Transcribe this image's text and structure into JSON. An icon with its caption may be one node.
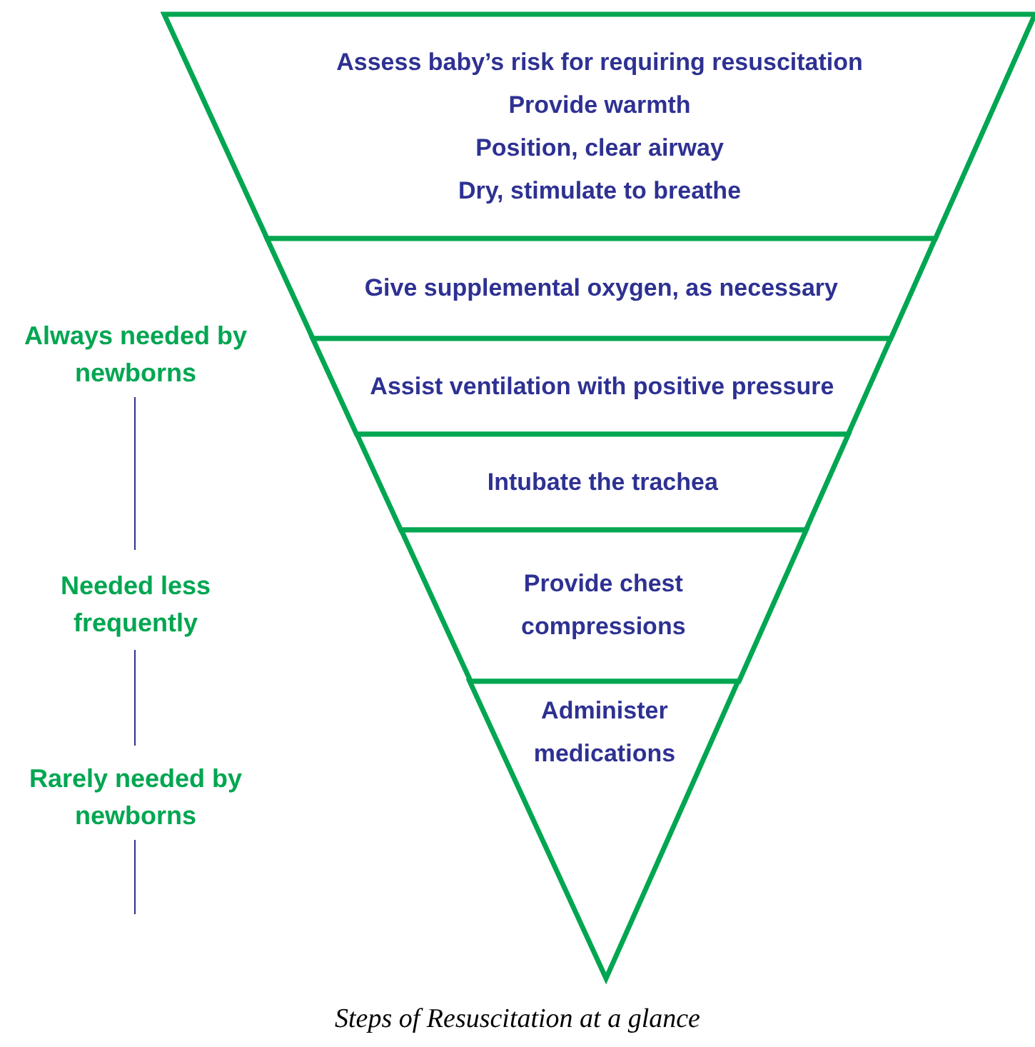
{
  "diagram": {
    "nodes": [
      {
        "text": [
          "Assess baby’s risk for requiring resuscitation",
          "Provide warmth",
          "Position, clear airway",
          "Dry, stimulate  to breathe"
        ]
      },
      {
        "text": [
          "Give supplemental oxygen, as necessary"
        ]
      },
      {
        "text": [
          "Assist ventilation with positive pressure"
        ]
      },
      {
        "text": [
          "Intubate the trachea"
        ]
      },
      {
        "text": [
          "Provide chest compressions"
        ]
      },
      {
        "text": [
          "Administer medications"
        ]
      }
    ],
    "edges": [],
    "labels": [
      "Always needed by newborns",
      "Needed less frequently",
      "Rarely needed by newborns"
    ],
    "caption": "Steps of Resuscitation at a glance"
  }
}
